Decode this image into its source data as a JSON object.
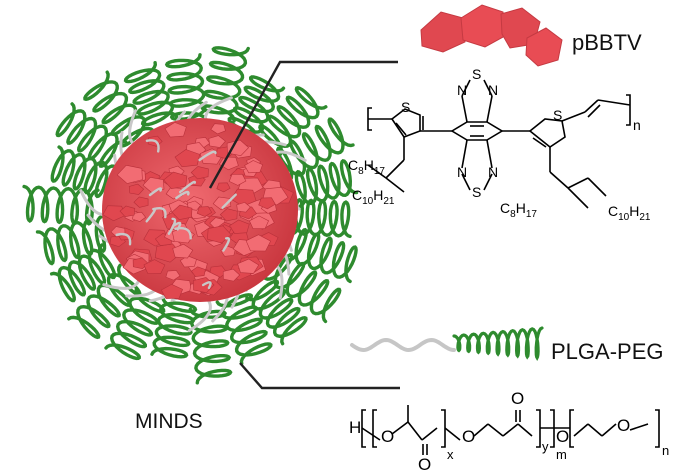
{
  "labels": {
    "minds": "MINDS",
    "pbbtv": "pBBTV",
    "plga_peg": "PLGA-PEG"
  },
  "structure_pbbtv": {
    "atoms": {
      "s_top_1": "N",
      "s_top_s": "S",
      "s_top_2": "N",
      "s_bot_1": "N",
      "s_bot_s": "S",
      "s_bot_2": "N",
      "thio_left": "S",
      "thio_right": "S",
      "c8_left": "C",
      "c8_left_sub1": "8",
      "c8_left_h": "H",
      "c8_left_sub2": "17",
      "c10_left": "C",
      "c10_left_sub1": "10",
      "c10_left_h": "H",
      "c10_left_sub2": "21",
      "c8_right": "C",
      "c8_right_sub1": "8",
      "c8_right_h": "H",
      "c8_right_sub2": "17",
      "c10_right": "C",
      "c10_right_sub1": "10",
      "c10_right_h": "H",
      "c10_right_sub2": "21",
      "repeat_n": "n"
    }
  },
  "structure_plga_peg": {
    "atoms": {
      "h_end": "H",
      "o1": "O",
      "o2": "O",
      "o3": "O",
      "o_carbonyl1": "O",
      "o_carbonyl2": "O",
      "o4": "O",
      "x": "x",
      "y": "y",
      "m": "m",
      "n": "n"
    }
  },
  "colors": {
    "polymer_red": "#e0474f",
    "polymer_red_light": "#f26c73",
    "peg_green": "#2e8b2e",
    "plga_gray": "#c8c8c8",
    "pointer_line": "#222222"
  }
}
